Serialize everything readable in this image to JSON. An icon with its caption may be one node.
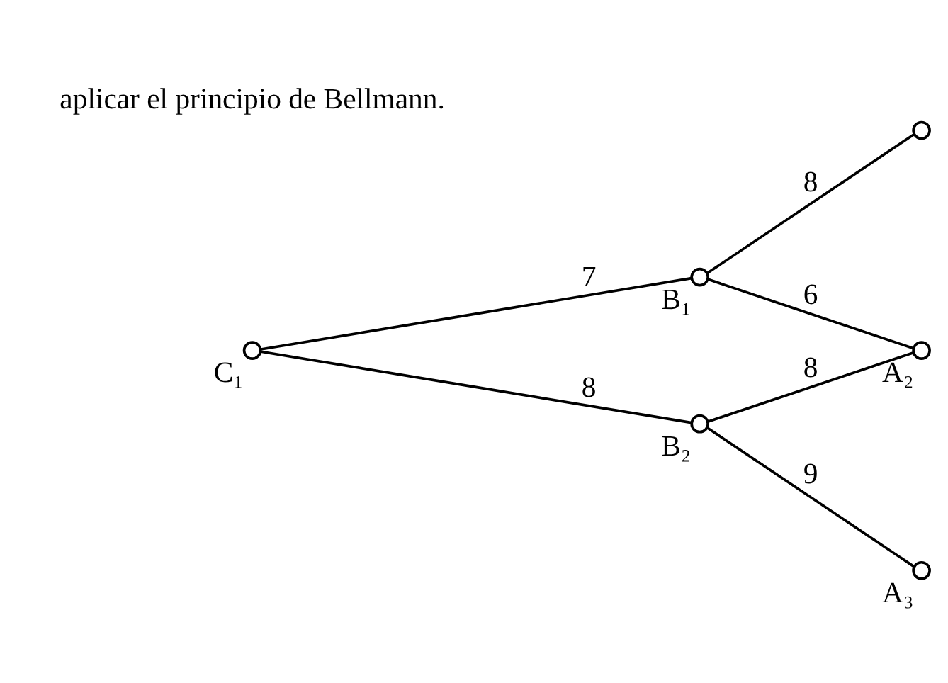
{
  "diagram": {
    "nodes": [
      {
        "text": [],
        "shape": "circle"
      },
      {
        "text": [],
        "shape": "circle",
        "beside": [
          "B₁"
        ]
      },
      {
        "text": [],
        "shape": "circle",
        "beside": [
          "C₁"
        ]
      },
      {
        "text": [],
        "shape": "circle",
        "beside": [
          "A₂"
        ]
      },
      {
        "text": [],
        "shape": "circle",
        "beside": [
          "B₂"
        ]
      },
      {
        "text": [],
        "shape": "circle",
        "beside": [
          "A₃"
        ]
      }
    ],
    "edges": [
      {
        "from": 2,
        "to": 1,
        "arrow": "none",
        "label": "7"
      },
      {
        "from": 1,
        "to": 0,
        "arrow": "none",
        "label": "8"
      },
      {
        "from": 1,
        "to": 3,
        "arrow": "none",
        "label": "6"
      },
      {
        "from": 2,
        "to": 4,
        "arrow": "none",
        "label": "8"
      },
      {
        "from": 4,
        "to": 3,
        "arrow": "none",
        "label": "8"
      },
      {
        "from": 4,
        "to": 5,
        "arrow": "none",
        "label": "9"
      }
    ],
    "labels": [
      "aplicar el principio de Bellmann."
    ]
  }
}
